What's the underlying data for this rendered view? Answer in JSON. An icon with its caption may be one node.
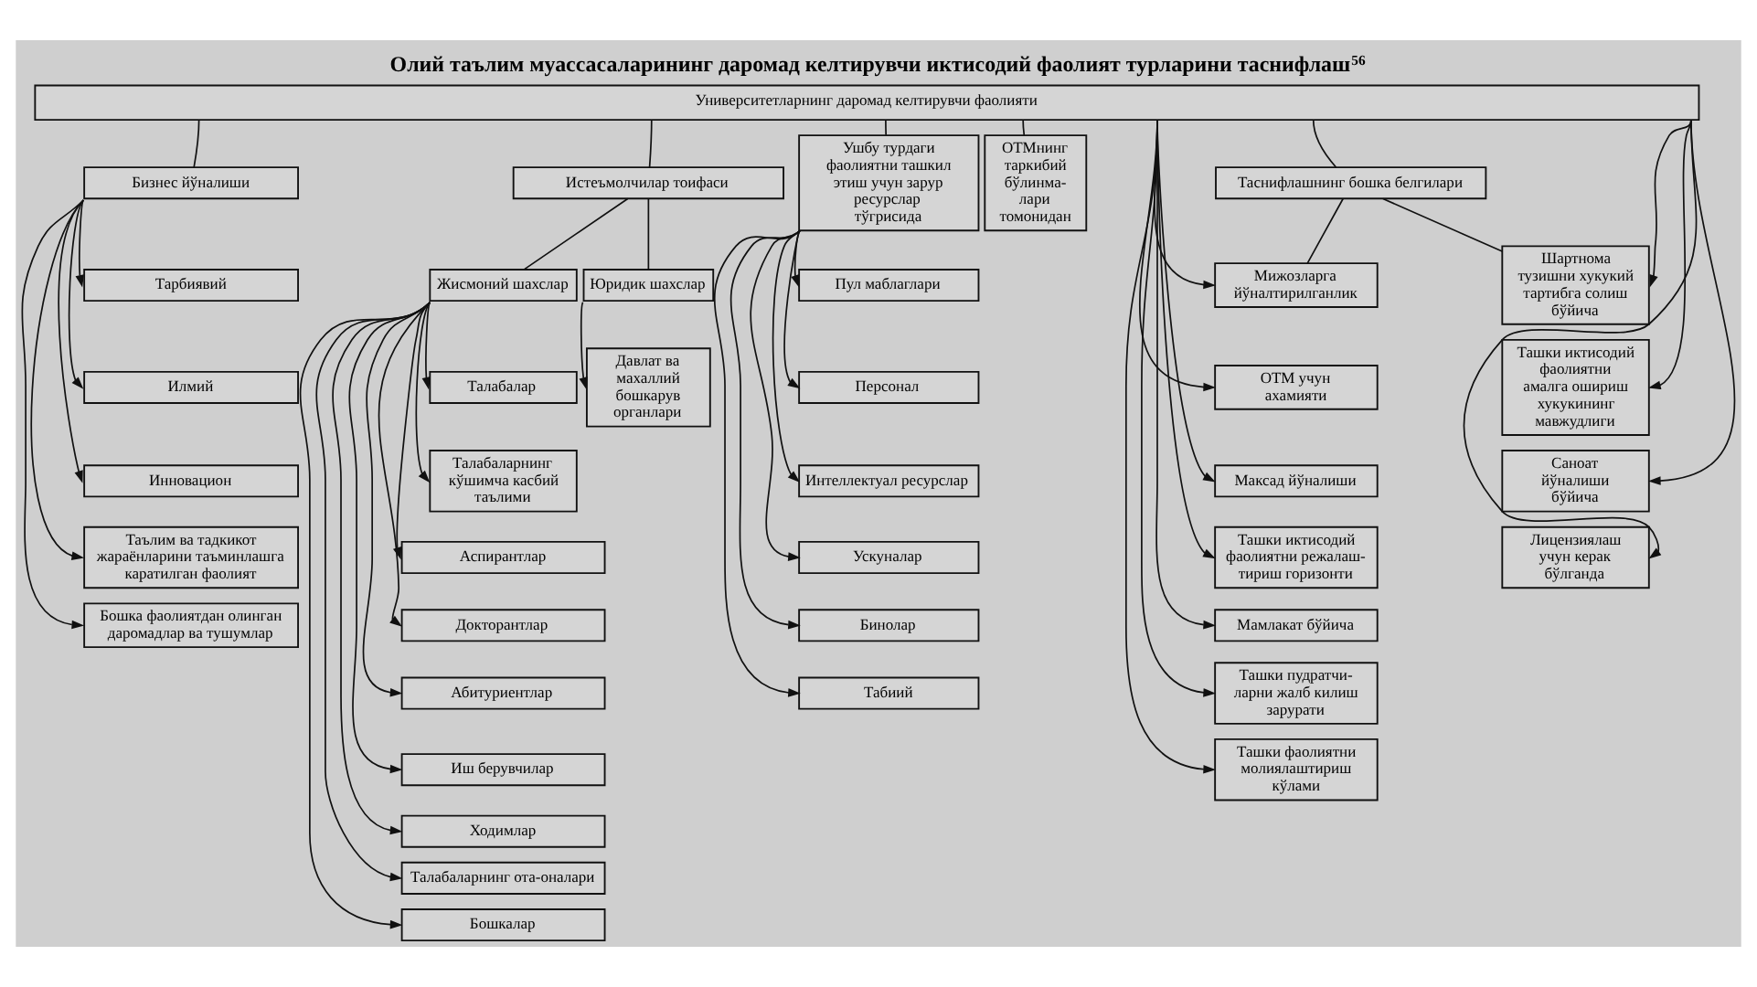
{
  "diagram": {
    "title": "Олий таълим муассасаларининг даромад келтирувчи иктисодий фаолият турларини таснифлаш$^{56}$",
    "nodes": [
      {
        "text": [
          "Университетларнинг даромад келтирувчи фаолияти"
        ]
      },
      {
        "text": [
          "Бизнес йўналиши"
        ]
      },
      {
        "text": [
          "Тарбиявий"
        ]
      },
      {
        "text": [
          "Илмий"
        ]
      },
      {
        "text": [
          "Инновацион"
        ]
      },
      {
        "text": [
          "Таълим ва тадкикот жараёнларини таъминлашга каратилган фаолият"
        ]
      },
      {
        "text": [
          "Бошка фаолиятдан олинган даромадлар ва тушумлар"
        ]
      },
      {
        "text": [
          "Истеъмолчилар тоифаси"
        ]
      },
      {
        "text": [
          "Жисмоний шахслар"
        ]
      },
      {
        "text": [
          "Юридик шахслар"
        ]
      },
      {
        "text": [
          "Талабалар"
        ]
      },
      {
        "text": [
          "Талабаларнинг кўшимча касбий таълими"
        ]
      },
      {
        "text": [
          "Давлат ва махаллий бошкарув органлари"
        ]
      },
      {
        "text": [
          "Аспирантлар"
        ]
      },
      {
        "text": [
          "Докторантлар"
        ]
      },
      {
        "text": [
          "Абитуриентлар"
        ]
      },
      {
        "text": [
          "Иш берувчилар"
        ]
      },
      {
        "text": [
          "Ходимлар"
        ]
      },
      {
        "text": [
          "Талабаларнинг ота-оналари"
        ]
      },
      {
        "text": [
          "Бошкалар"
        ]
      },
      {
        "text": [
          "Ушбу турдаги фаолиятни ташкил этиш учун зарур ресурслар тўгрисида"
        ]
      },
      {
        "text": [
          "ОТМнинг таркибий бўлинма- лари томонидан"
        ]
      },
      {
        "text": [
          "Пул маблаглари"
        ]
      },
      {
        "text": [
          "Персонал"
        ]
      },
      {
        "text": [
          "Интеллектуал ресурслар"
        ]
      },
      {
        "text": [
          "Ускуналар"
        ]
      },
      {
        "text": [
          "Бинолар"
        ]
      },
      {
        "text": [
          "Табиий"
        ]
      },
      {
        "text": [
          "Таснифлашнинг бошка белгилари"
        ]
      },
      {
        "text": [
          "Мижозларга йўналтирилганлик"
        ]
      },
      {
        "text": [
          "ОТМ учун ахамияти"
        ]
      },
      {
        "text": [
          "Максад йўналиши"
        ]
      },
      {
        "text": [
          "Ташки иктисодий фаолиятни режалаш- тириш горизонти"
        ]
      },
      {
        "text": [
          "Мамлакат бўйича"
        ]
      },
      {
        "text": [
          "Ташки пудратчи- ларни жалб килиш зарурати"
        ]
      },
      {
        "text": [
          "Ташки фаолиятни молиялаштириш кўлами"
        ]
      },
      {
        "text": [
          "Шартнома тузишни хукукий тартибга солиш бўйича"
        ]
      },
      {
        "text": [
          "Ташки иктисодий фаолиятни амалга ошириш хукукининг мавжудлиги"
        ]
      },
      {
        "text": [
          "Саноат йўналиши бўйича"
        ]
      },
      {
        "text": [
          "Лицензиялаш учун керак бўлганда"
        ]
      }
    ],
    "edges": [
      {
        "from": 0,
        "to": 1,
        "arrow": "none"
      },
      {
        "from": 0,
        "to": 7,
        "arrow": "none"
      },
      {
        "from": 0,
        "to": 20,
        "arrow": "none"
      },
      {
        "from": 0,
        "to": 21,
        "arrow": "none"
      },
      {
        "from": 0,
        "to": 29,
        "arrow": "to"
      },
      {
        "from": 0,
        "to": 30,
        "arrow": "to"
      },
      {
        "from": 0,
        "to": 31,
        "arrow": "to"
      },
      {
        "from": 0,
        "to": 32,
        "arrow": "to"
      },
      {
        "from": 0,
        "to": 33,
        "arrow": "to"
      },
      {
        "from": 0,
        "to": 34,
        "arrow": "to"
      },
      {
        "from": 0,
        "to": 35,
        "arrow": "to"
      },
      {
        "from": 0,
        "to": 28,
        "arrow": "none"
      },
      {
        "from": 0,
        "to": 36,
        "arrow": "to"
      },
      {
        "from": 0,
        "to": 37,
        "arrow": "to"
      },
      {
        "from": 0,
        "to": 38,
        "arrow": "to"
      },
      {
        "from": 0,
        "to": 39,
        "arrow": "to"
      },
      {
        "from": 1,
        "to": 2,
        "arrow": "to"
      },
      {
        "from": 1,
        "to": 3,
        "arrow": "to"
      },
      {
        "from": 1,
        "to": 4,
        "arrow": "to"
      },
      {
        "from": 1,
        "to": 5,
        "arrow": "to"
      },
      {
        "from": 1,
        "to": 6,
        "arrow": "to"
      },
      {
        "from": 7,
        "to": 8,
        "arrow": "none"
      },
      {
        "from": 7,
        "to": 9,
        "arrow": "none"
      },
      {
        "from": 8,
        "to": 10,
        "arrow": "to"
      },
      {
        "from": 8,
        "to": 11,
        "arrow": "to"
      },
      {
        "from": 9,
        "to": 12,
        "arrow": "to"
      },
      {
        "from": 8,
        "to": 13,
        "arrow": "to"
      },
      {
        "from": 8,
        "to": 14,
        "arrow": "to"
      },
      {
        "from": 8,
        "to": 15,
        "arrow": "to"
      },
      {
        "from": 8,
        "to": 16,
        "arrow": "to"
      },
      {
        "from": 8,
        "to": 17,
        "arrow": "to"
      },
      {
        "from": 8,
        "to": 18,
        "arrow": "to"
      },
      {
        "from": 8,
        "to": 19,
        "arrow": "to"
      },
      {
        "from": 20,
        "to": 22,
        "arrow": "to"
      },
      {
        "from": 20,
        "to": 23,
        "arrow": "to"
      },
      {
        "from": 20,
        "to": 24,
        "arrow": "to"
      },
      {
        "from": 20,
        "to": 25,
        "arrow": "to"
      },
      {
        "from": 20,
        "to": 26,
        "arrow": "to"
      },
      {
        "from": 20,
        "to": 27,
        "arrow": "to"
      },
      {
        "from": 28,
        "to": 29,
        "arrow": "none"
      },
      {
        "from": 28,
        "to": 36,
        "arrow": "none"
      }
    ]
  }
}
